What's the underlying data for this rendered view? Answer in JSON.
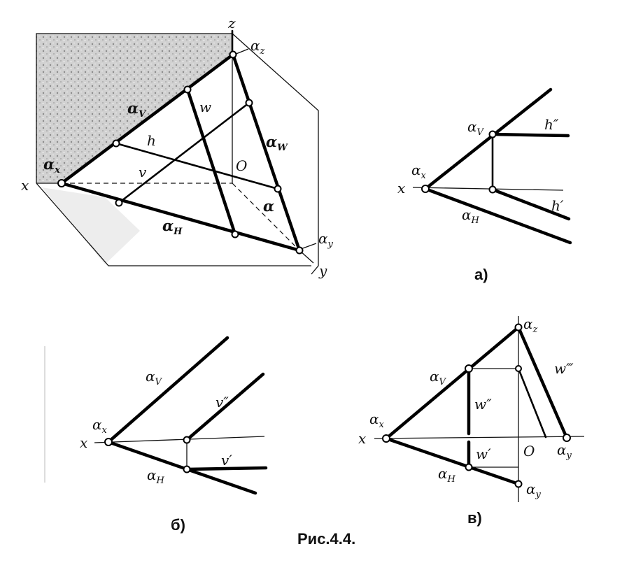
{
  "labels": {
    "z": "z",
    "x": "x",
    "y": "y",
    "o": "O",
    "alpha": "α",
    "sub_z": "z",
    "sub_x": "x",
    "sub_y": "y",
    "sub_v": "V",
    "sub_h": "H",
    "sub_w": "W",
    "h": "h",
    "v": "v",
    "w": "w",
    "h2": "h″",
    "h1": "h′",
    "v2": "v″",
    "v1": "v′",
    "w3": "w‴",
    "w2": "w″",
    "w1": "w′"
  },
  "captions": {
    "a": "а)",
    "b": "б)",
    "c": "в)",
    "figure": "Рис.4.4."
  }
}
